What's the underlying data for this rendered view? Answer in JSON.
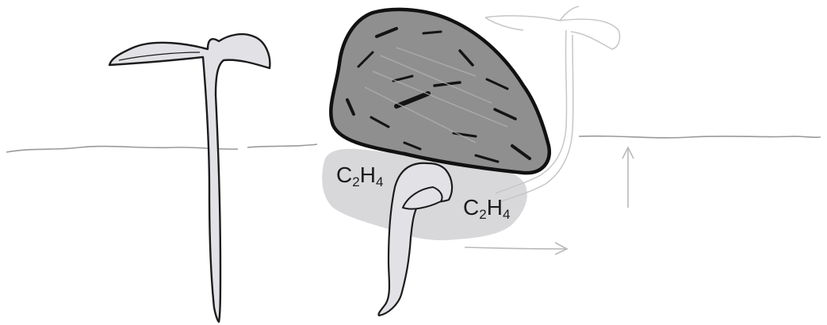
{
  "labels": {
    "ethylene_left": {
      "symbol_c": "C",
      "count_c": "2",
      "symbol_h": "H",
      "count_h": "4"
    },
    "ethylene_right": {
      "symbol_c": "C",
      "count_c": "2",
      "symbol_h": "H",
      "count_h": "4"
    }
  },
  "colors": {
    "ink": "#1c1c1c",
    "rock_fill": "#8f8f8f",
    "ethylene_cloud": "#d6d6d8",
    "seedling_fill": "#e2e2e6",
    "faint_sketch": "#c8c8c8",
    "soil_line": "#9a9a9a"
  }
}
